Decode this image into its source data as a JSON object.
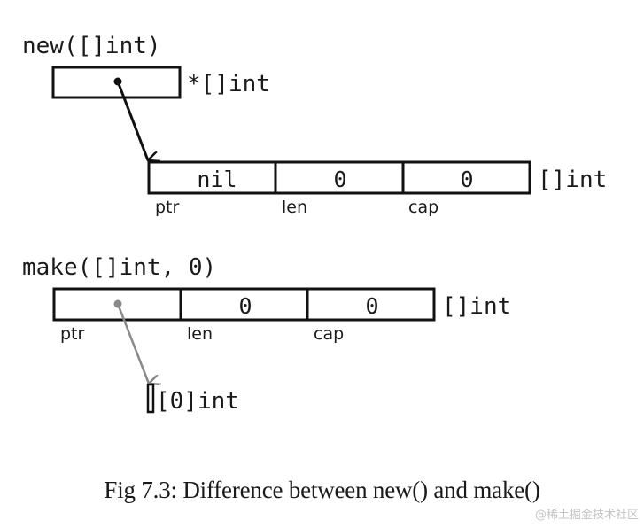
{
  "figure": {
    "new_section": {
      "title": "new([]int)",
      "pointer_type": "*[]int",
      "slice_type": "[]int",
      "fields": [
        {
          "label": "ptr",
          "value": "nil"
        },
        {
          "label": "len",
          "value": "0"
        },
        {
          "label": "cap",
          "value": "0"
        }
      ]
    },
    "make_section": {
      "title": "make([]int, 0)",
      "slice_type": "[]int",
      "fields": [
        {
          "label": "ptr",
          "value": ""
        },
        {
          "label": "len",
          "value": "0"
        },
        {
          "label": "cap",
          "value": "0"
        }
      ],
      "array_type": "[0]int"
    },
    "colors": {
      "stroke": "#111111",
      "pointer_gray": "#8a8a8a"
    }
  },
  "caption": "Fig 7.3: Difference between new() and make()",
  "watermark": "@稀土掘金技术社区"
}
